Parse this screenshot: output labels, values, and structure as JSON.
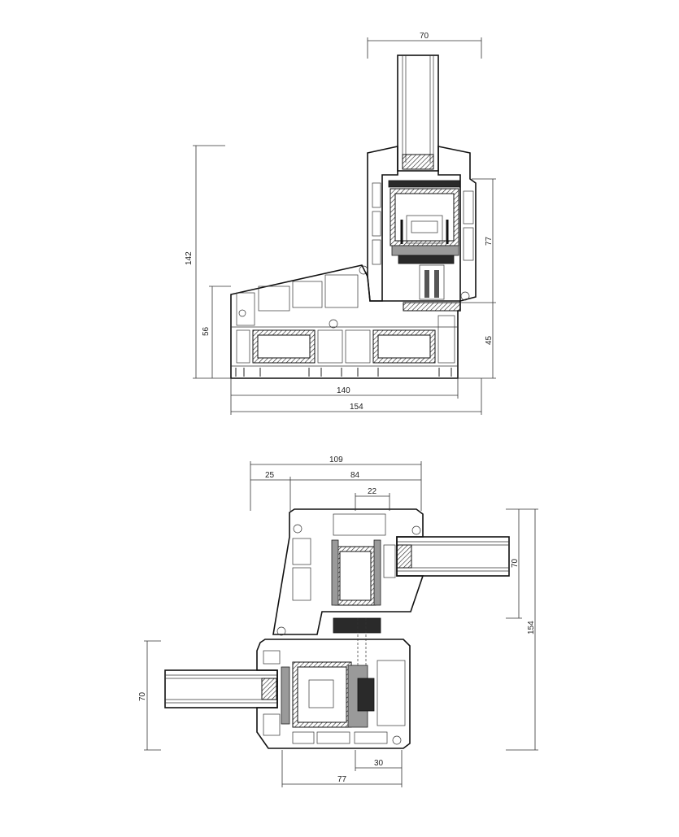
{
  "section_top": {
    "dims": {
      "width_glass": "70",
      "height_total": "142",
      "height_sill": "56",
      "height_sash": "77",
      "height_frame": "45",
      "base_width": "140",
      "overall_width": "154"
    }
  },
  "section_bottom": {
    "dims": {
      "top_overall": "109",
      "top_left": "25",
      "top_right": "84",
      "top_inner": "22",
      "glass_right": "70",
      "glass_left": "70",
      "overall_height": "154",
      "bottom_inner": "30",
      "bottom_width": "77"
    }
  }
}
